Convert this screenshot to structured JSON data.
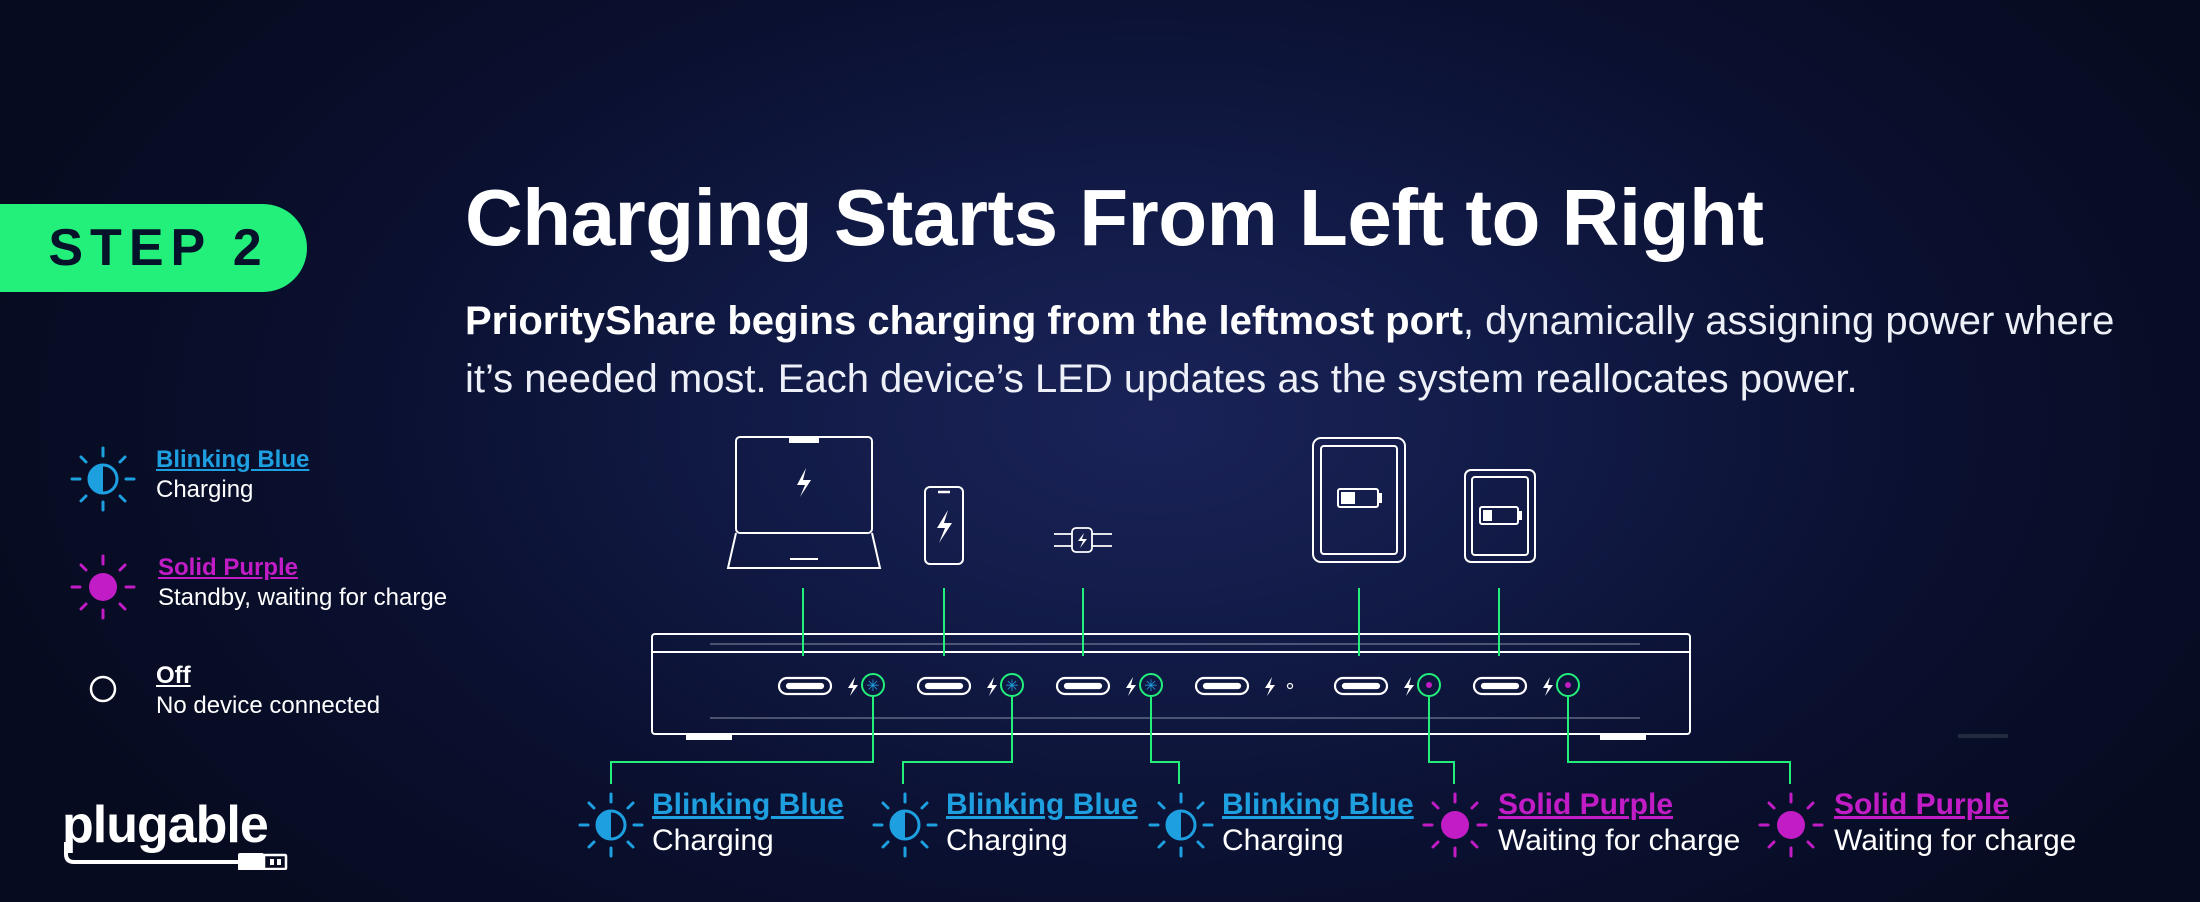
{
  "step": {
    "label": "STEP 2"
  },
  "title": "Charging Starts From Left to Right",
  "subtitle": {
    "bold": "PriorityShare begins charging from the leftmost port",
    "rest": ", dynamically assigning power where it’s needed most. Each device’s LED updates as the system reallocates power."
  },
  "legend": [
    {
      "title": "Blinking Blue",
      "desc": "Charging",
      "color": "#1d9fe0",
      "icon": "blinking-blue-led-icon"
    },
    {
      "title": "Solid Purple",
      "desc": "Standby, waiting for charge",
      "color": "#c21cc6",
      "icon": "solid-purple-led-icon"
    },
    {
      "title": "Off",
      "desc": "No device connected",
      "color": "#ffffff",
      "icon": "off-led-icon"
    }
  ],
  "devices": [
    "laptop",
    "phone",
    "watch",
    "none",
    "tablet",
    "tablet-small"
  ],
  "port_status": [
    {
      "title": "Blinking Blue",
      "desc": "Charging",
      "color": "#1d9fe0"
    },
    {
      "title": "Blinking Blue",
      "desc": "Charging",
      "color": "#1d9fe0"
    },
    {
      "title": "Blinking Blue",
      "desc": "Charging",
      "color": "#1d9fe0"
    },
    {
      "title": "Solid Purple",
      "desc": "Waiting for charge",
      "color": "#c21cc6"
    },
    {
      "title": "Solid Purple",
      "desc": "Waiting for charge",
      "color": "#c21cc6"
    }
  ],
  "brand": {
    "name": "plugable"
  },
  "colors": {
    "accent_green": "#22f07a",
    "blue": "#1d9fe0",
    "purple": "#c21cc6"
  }
}
